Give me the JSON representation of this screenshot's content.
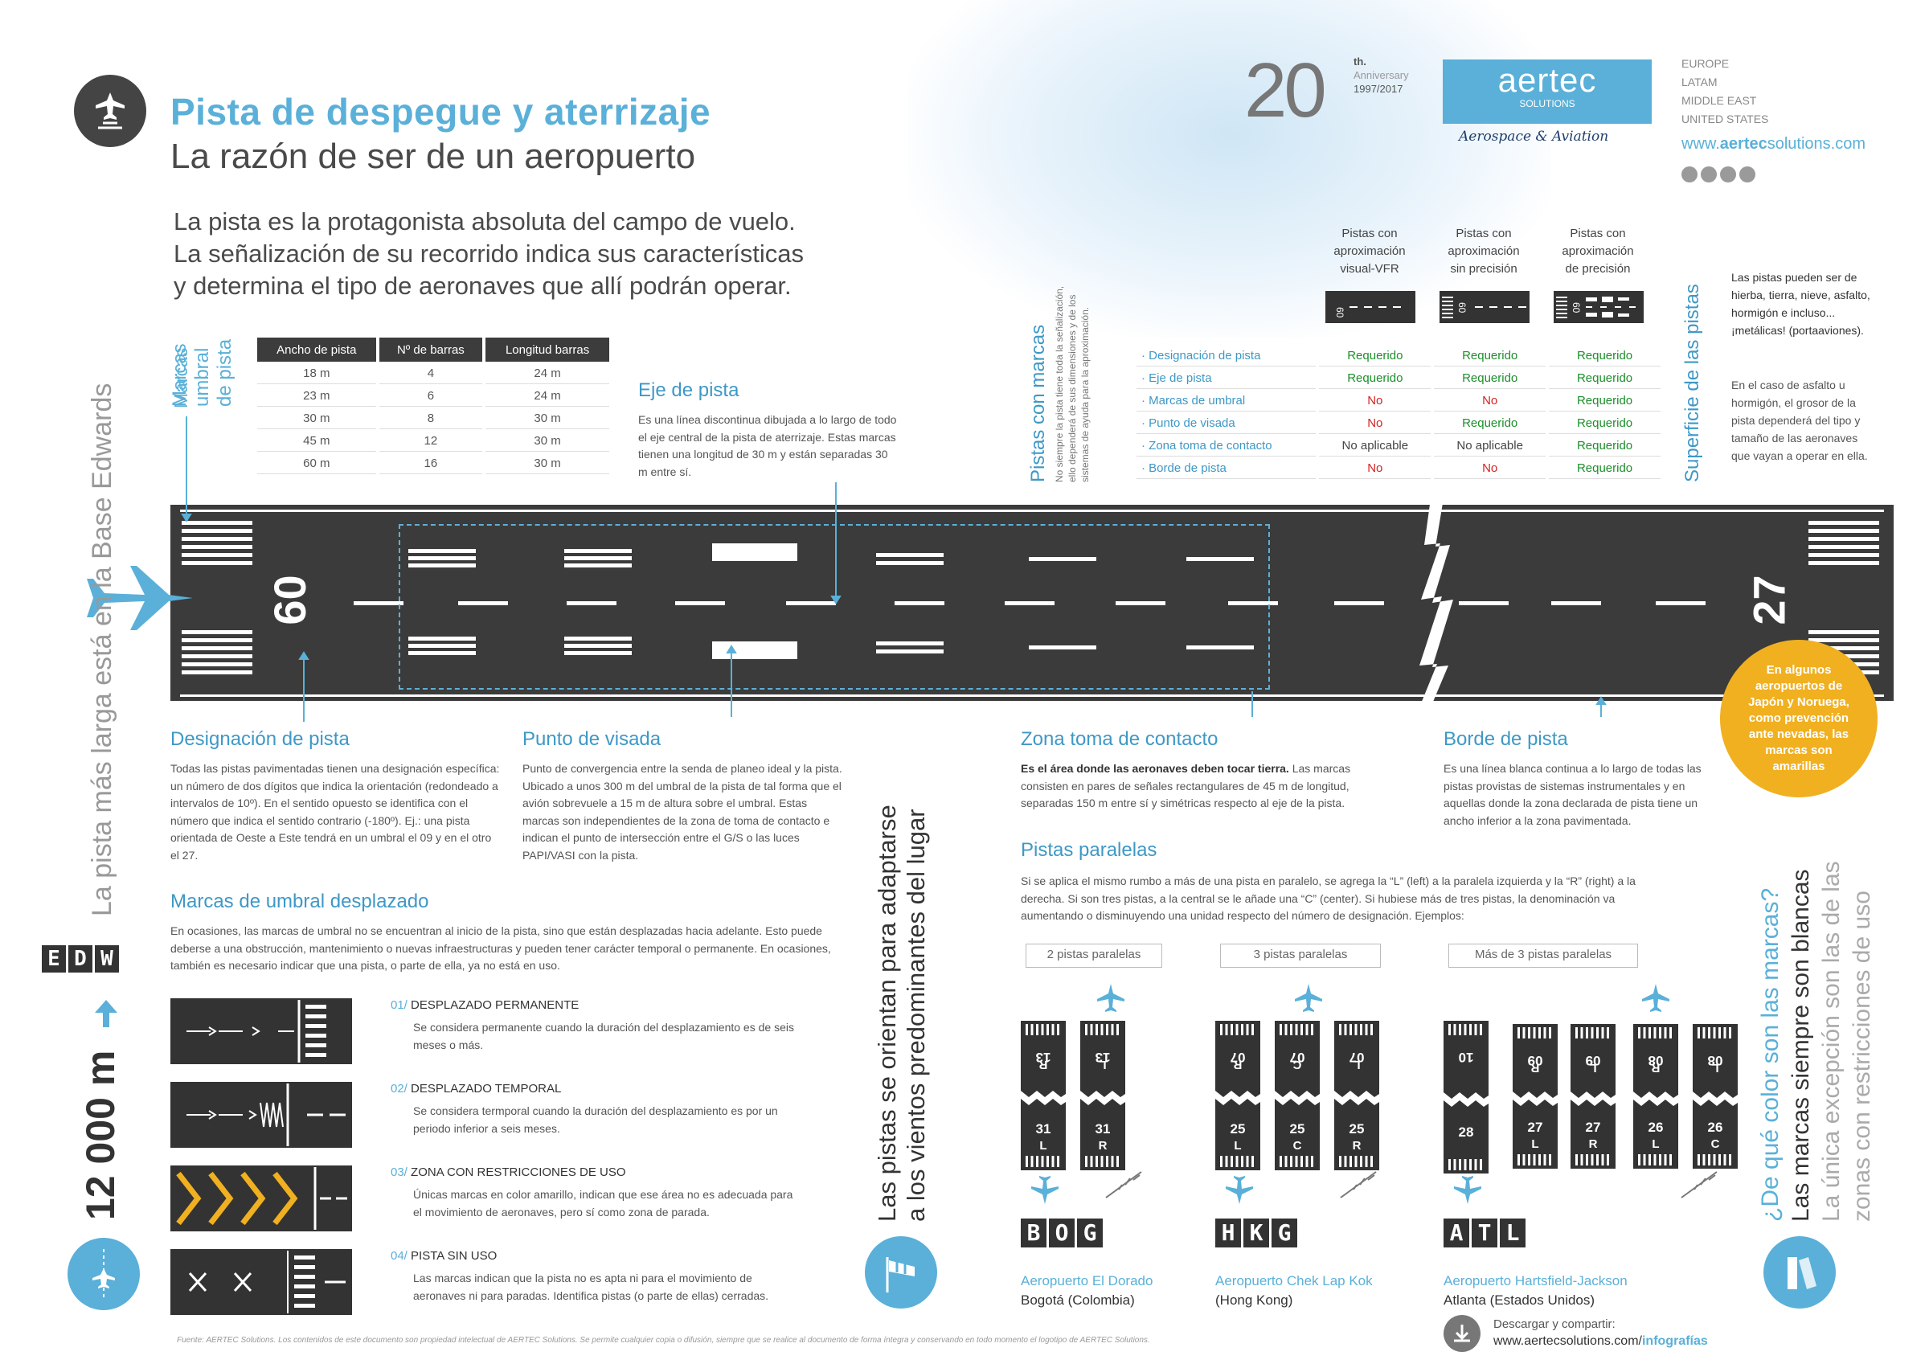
{
  "header": {
    "title": "Pista de despegue y aterrizaje",
    "subtitle": "La razón de ser de un aeropuerto",
    "lead": [
      "La pista es la protagonista absoluta del campo de vuelo.",
      "La señalización de su recorrido indica sus características",
      "y determina el tipo de aeronaves que allí podrán operar."
    ]
  },
  "brand": {
    "anniv_number": "20",
    "anniv_th": "th.",
    "anniv_label": "Anniversary",
    "anniv_years": "1997/2017",
    "logo": "aertec",
    "logo_sub": "SOLUTIONS",
    "tagline": "Aerospace & Aviation",
    "regions": [
      "EUROPE",
      "LATAM",
      "MIDDLE EAST",
      "UNITED STATES"
    ],
    "url_pre": "www.",
    "url_bold": "aertec",
    "url_post": "solutions.com",
    "social_icons": [
      "twitter-icon",
      "linkedin-icon",
      "googleplus-icon",
      "flickr-icon"
    ]
  },
  "threshold": {
    "label_lines": [
      "Marcas",
      "umbral",
      "de pista"
    ],
    "headers": [
      "Ancho de pista",
      "Nº de barras",
      "Longitud barras"
    ],
    "rows": [
      [
        "18 m",
        "4",
        "24 m"
      ],
      [
        "23 m",
        "6",
        "24 m"
      ],
      [
        "30 m",
        "8",
        "30 m"
      ],
      [
        "45 m",
        "12",
        "30 m"
      ],
      [
        "60 m",
        "16",
        "30 m"
      ]
    ]
  },
  "eje": {
    "title": "Eje de pista",
    "text": "Es una línea discontinua dibujada a lo largo de todo el eje central de la pista de aterrizaje. Estas marcas tienen una longitud de 30 m y están separadas 30 m entre sí."
  },
  "marcas": {
    "side_title": "Pistas con marcas",
    "side_note": [
      "No siempre la pista tiene toda la señalización,",
      "ello dependerá de sus dimensiones y de los",
      "sistemas de ayuda para la aproximación."
    ],
    "columns": [
      [
        "Pistas con",
        "aproximación",
        "visual-VFR"
      ],
      [
        "Pistas con",
        "aproximación",
        "sin precisión"
      ],
      [
        "Pistas con",
        "aproximación",
        "de precisión"
      ]
    ],
    "rows": [
      {
        "label": "· Designación de pista",
        "v": [
          "Requerido",
          "Requerido",
          "Requerido"
        ]
      },
      {
        "label": "· Eje de pista",
        "v": [
          "Requerido",
          "Requerido",
          "Requerido"
        ]
      },
      {
        "label": "· Marcas de umbral",
        "v": [
          "No",
          "No",
          "Requerido"
        ]
      },
      {
        "label": "· Punto de visada",
        "v": [
          "No",
          "Requerido",
          "Requerido"
        ]
      },
      {
        "label": "· Zona toma de contacto",
        "v": [
          "No aplicable",
          "No aplicable",
          "Requerido"
        ]
      },
      {
        "label": "· Borde de pista",
        "v": [
          "No",
          "No",
          "Requerido"
        ]
      }
    ]
  },
  "superficie": {
    "side_title": "Superficie de las pistas",
    "p1": "Las pistas pueden ser de hierba, tierra, nieve, asfalto, hormigón e incluso... ¡metálicas! (portaaviones).",
    "p2": "En el caso de asfalto u hormigón, el grosor de la pista dependerá del tipo y tamaño de las aeronaves que vayan a operar en ella."
  },
  "runway": {
    "left_number": "09",
    "right_number": "27"
  },
  "yellow_note": "En algunos aeropuertos de Japón y Noruega, como prevención ante nevadas, las marcas son amarillas",
  "designacion": {
    "title": "Designación de pista",
    "text": "Todas las pistas pavimentadas tienen una designación específica: un número de dos dígitos que indica la orientación (redondeado a intervalos de 10º). En el sentido opuesto se identifica con el número que indica el sentido contrario (-180º). Ej.: una pista orientada de Oeste a Este tendrá en un umbral el 09 y en el otro el 27."
  },
  "visada": {
    "title": "Punto de visada",
    "text": "Punto de convergencia entre la senda de planeo ideal y la pista. Ubicado a unos 300 m del umbral de la pista de tal forma que el avión sobrevuele a 15 m de altura sobre el umbral. Estas marcas son independientes de la zona de toma de contacto e indican el punto de intersección entre el G/S o las luces PAPI/VASI con la pista."
  },
  "contacto": {
    "title": "Zona toma de contacto",
    "text_bold": "Es el área donde las aeronaves deben tocar tierra.",
    "text": " Las marcas consisten en pares de señales rectangulares de 45 m de longitud, separadas 150 m entre sí y simétricas respecto al eje de la pista."
  },
  "borde": {
    "title": "Borde de pista",
    "text": "Es una línea blanca continua a lo largo de todas las pistas provistas de sistemas instrumentales y en aquellas donde la zona declarada de pista tiene un ancho inferior a la zona pavimentada."
  },
  "desplazado": {
    "title": "Marcas de umbral desplazado",
    "text": "En ocasiones, las marcas de umbral no se encuentran al inicio de la pista, sino que están desplazadas hacia adelante. Esto puede deberse a una obstrucción, mantenimiento o nuevas infraestructuras y pueden tener carácter temporal o permanente. En ocasiones, también es necesario indicar que una pista, o parte de ella, ya no está en uso.",
    "items": [
      {
        "num": "01/",
        "title": "DESPLAZADO PERMANENTE",
        "text": "Se considera permanente cuando la duración del desplazamiento es de seis meses o más."
      },
      {
        "num": "02/",
        "title": "DESPLAZADO TEMPORAL",
        "text": "Se considera termporal cuando la duración del desplazamiento es por un periodo inferior a seis meses."
      },
      {
        "num": "03/",
        "title": "ZONA CON RESTRICCIONES DE USO",
        "text": "Únicas marcas en color amarillo, indican que ese área no es adecuada para el movimiento de aeronaves, pero sí como zona de parada."
      },
      {
        "num": "04/",
        "title": "PISTA SIN USO",
        "text": "Las marcas indican que la pista no es apta ni para el movimiento de aeronaves ni para paradas. Identifica pistas (o parte de ellas) cerradas."
      }
    ]
  },
  "left_side": {
    "vertical": "La pista más larga está en la Base Edwards",
    "code": "EDW",
    "length": "12 000 m"
  },
  "winds": [
    "Las pistas se orientan para adaptarse",
    "a los vientos predominantes del lugar"
  ],
  "paralelas": {
    "title": "Pistas paralelas",
    "text": "Si se aplica el mismo rumbo a más de una pista en paralelo, se agrega la “L” (left) a la paralela izquierda y la “R” (right) a la derecha. Si son tres pistas, a la central se le añade una “C” (center). Si hubiese más de tres pistas, la denominación va aumentando o disminuyendo una unidad respecto del número de designación. Ejemplos:",
    "groups": [
      {
        "tag": "2 pistas paralelas",
        "code": "BOG",
        "airport": "Aeropuerto El Dorado",
        "city": "Bogotá (Colombia)",
        "runways": [
          {
            "top": "13",
            "topL": "R",
            "bot": "31",
            "botL": "L"
          },
          {
            "top": "13",
            "topL": "L",
            "bot": "31",
            "botL": "R"
          }
        ]
      },
      {
        "tag": "3 pistas paralelas",
        "code": "HKG",
        "airport": "Aeropuerto Chek Lap Kok",
        "city": "(Hong Kong)",
        "runways": [
          {
            "top": "07",
            "topL": "R",
            "bot": "25",
            "botL": "L"
          },
          {
            "top": "07",
            "topL": "C",
            "bot": "25",
            "botL": "C"
          },
          {
            "top": "07",
            "topL": "L",
            "bot": "25",
            "botL": "R"
          }
        ]
      },
      {
        "tag": "Más de 3 pistas paralelas",
        "code": "ATL",
        "airport": "Aeropuerto Hartsfield-Jackson",
        "city": "Atlanta (Estados Unidos)",
        "runways": [
          {
            "top": "10",
            "topL": "",
            "bot": "28",
            "botL": ""
          },
          {
            "top": "09",
            "topL": "R",
            "bot": "27",
            "botL": "L"
          },
          {
            "top": "09",
            "topL": "L",
            "bot": "27",
            "botL": "R"
          },
          {
            "top": "08",
            "topL": "R",
            "bot": "26",
            "botL": "L"
          },
          {
            "top": "08",
            "topL": "L",
            "bot": "26",
            "botL": "C"
          }
        ]
      }
    ]
  },
  "colors_side": {
    "q": "¿De qué color son las marcas?",
    "a": "Las marcas siempre son blancas",
    "x1": "La única excepción son las de las",
    "x2": "zonas con restricciones de uso"
  },
  "download": {
    "label": "Descargar y compartir:",
    "url_pre": "www.aertecsolutions.com/",
    "url_bold": "infografías"
  },
  "footer": "Fuente: AERTEC Solutions. Los contenidos de este documento son propiedad intelectual de AERTEC Solutions. Se permite cualquier copia o difusión, siempre que se realice al documento de forma íntegra y conservando en todo momento el logotipo de AERTEC Solutions.",
  "colors": {
    "accent": "#5ab0d8",
    "runway": "#3b3b3b",
    "green": "#1c8f2a",
    "red": "#d32222",
    "yellow": "#f0b020"
  }
}
